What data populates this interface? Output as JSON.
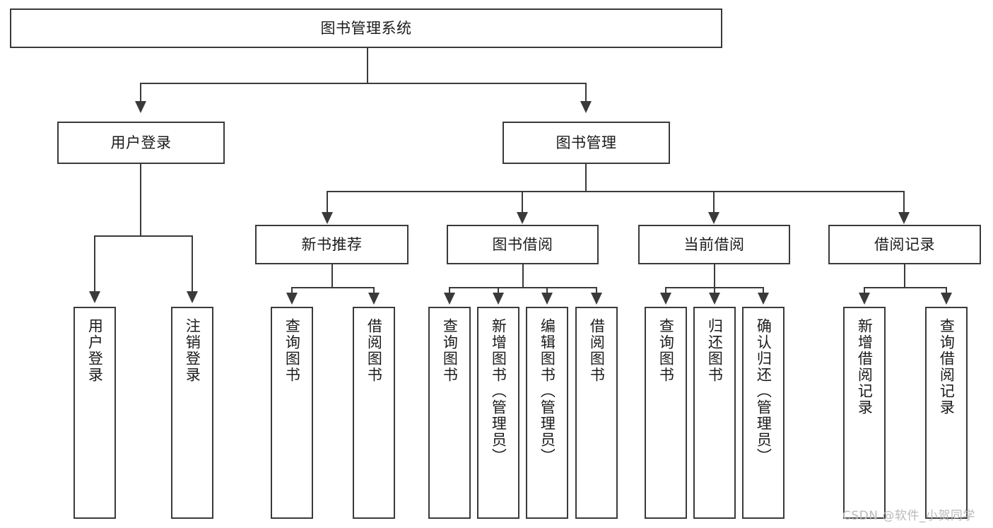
{
  "diagram": {
    "type": "tree-hierarchy",
    "title": "图书管理系统",
    "root": {
      "label": "图书管理系统"
    },
    "level1": [
      {
        "label": "用户登录"
      },
      {
        "label": "图书管理"
      }
    ],
    "level2": [
      {
        "label": "新书推荐"
      },
      {
        "label": "图书借阅"
      },
      {
        "label": "当前借阅"
      },
      {
        "label": "借阅记录"
      }
    ],
    "leaves": {
      "user_login": [
        {
          "label": "用户登录"
        },
        {
          "label": "注销登录"
        }
      ],
      "new_book_recommend": [
        {
          "label": "查询图书"
        },
        {
          "label": "借阅图书"
        }
      ],
      "book_borrow": [
        {
          "label": "查询图书"
        },
        {
          "label": "新增图书（管理员）"
        },
        {
          "label": "编辑图书（管理员）"
        },
        {
          "label": "借阅图书"
        }
      ],
      "current_borrow": [
        {
          "label": "查询图书"
        },
        {
          "label": "归还图书"
        },
        {
          "label": "确认归还（管理员）"
        }
      ],
      "borrow_record": [
        {
          "label": "新增借阅记录"
        },
        {
          "label": "查询借阅记录"
        }
      ]
    },
    "watermark": "CSDN @软件_小贺同学",
    "colors": {
      "stroke": "#3a3a3a",
      "background": "#ffffff",
      "text": "#1b1b1b",
      "watermark": "#b9b9b9"
    }
  }
}
